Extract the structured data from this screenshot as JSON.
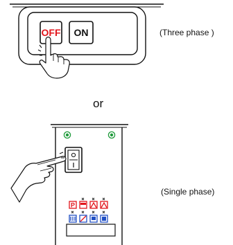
{
  "switch_box": {
    "off_label": "OFF",
    "on_label": "ON",
    "caption": "(Three phase )"
  },
  "separator": "or",
  "panel": {
    "caption": "(Single phase)",
    "rocker_marks": [
      "○",
      "|"
    ],
    "icon_p_label": "P"
  },
  "colors": {
    "off_text": "#e2141b",
    "icon_red": "#e2141b",
    "icon_blue": "#1f4fc4",
    "indicator_green": "#1e9a3a",
    "line": "#111111"
  },
  "icons": [
    "pointing-hand-icon",
    "finger-press-icon",
    "green-indicator-icon",
    "status-icon-grid"
  ]
}
